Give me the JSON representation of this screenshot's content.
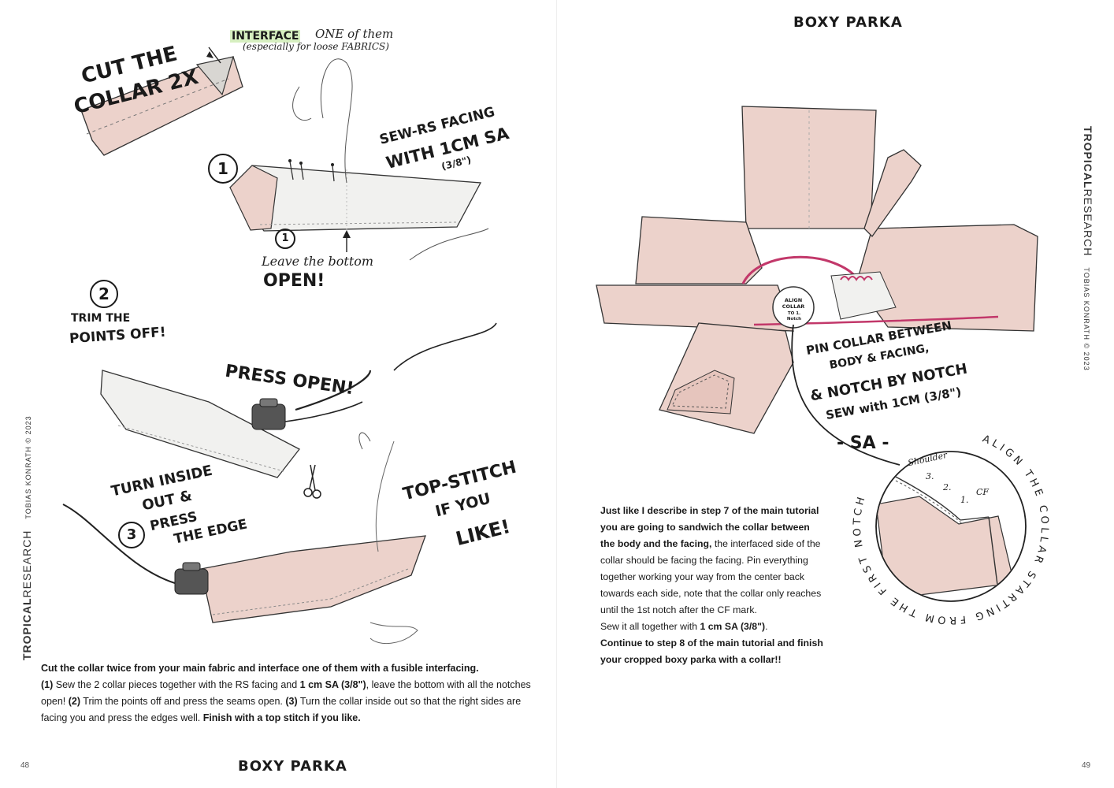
{
  "left_page": {
    "sidebar": {
      "brand_bold": "TROPICAL",
      "brand_light": "RESEARCH",
      "author": "TOBIAS KONRATH © 2023"
    },
    "annotations": {
      "cut_the": "CUT THE",
      "collar_2x": "COLLAR 2X",
      "interface": "INTERFACE",
      "one_of_them": "ONE of them",
      "especially": "(especially for loose FABRICS)",
      "step1_marker": "1",
      "sew_rs_facing": "SEW-RS FACING",
      "with_1cm_sa": "WITH 1CM SA",
      "imperial": "(3/8\")",
      "bottom_marker": "1",
      "leave_the_bottom": "Leave the bottom",
      "open": "OPEN!",
      "step2_marker": "2",
      "trim_the": "TRIM THE",
      "points_off": "POINTS OFF!",
      "press_open": "PRESS OPEN!",
      "turn_inside": "TURN INSIDE",
      "out_and": "OUT &",
      "step3_marker": "3",
      "press": "PRESS",
      "the_edge": "THE EDGE",
      "top_stitch": "TOP-STITCH",
      "if_you": "IF YOU",
      "like": "LIKE!"
    },
    "body": {
      "p1": "Cut the collar twice from your main fabric and interface one of them with a fusible interfacing.",
      "s1_label": "(1)",
      "s1_text_a": " Sew the 2 collar pieces together with the RS facing and ",
      "s1_bold": "1 cm SA (3/8\")",
      "s1_text_b": ", leave the bottom with all the notches open! ",
      "s2_label": "(2)",
      "s2_text": " Trim the points off and press the seams open. ",
      "s3_label": "(3)",
      "s3_text": " Turn the collar inside out so that the right sides are facing you and press the edges well. ",
      "finish": "Finish with a top stitch if you like."
    },
    "page_number": "48",
    "footer_title": "BOXY PARKA"
  },
  "right_page": {
    "header_title": "BOXY PARKA",
    "sidebar": {
      "brand_bold": "TROPICAL",
      "brand_light": "RESEARCH",
      "author": "TOBIAS KONRATH © 2023"
    },
    "annotations": {
      "align_collar": "ALIGN COLLAR",
      "to_1_notch": "TO 1. Notch",
      "pin_collar": "PIN COLLAR BETWEEN",
      "body_facing": "BODY & FACING,",
      "notch_by_notch": "& NOTCH BY NOTCH",
      "sew_with": "SEW with 1CM (3/8\")",
      "sa": "- SA -",
      "shoulder": "Shoulder",
      "n3": "3.",
      "n2": "2.",
      "n1": "1.",
      "cf": "CF",
      "circle_text": "ALIGN THE COLLAR STARTING FROM THE FIRST NOTCH"
    },
    "body": {
      "b1": "Just like I describe in step 7 of the main tutorial you are going to sandwich the collar between the body and the facing,",
      "t1": " the interfaced side of the collar should be facing the facing. Pin everything together working your way from the center back towards each side, note that the collar only reaches until the 1st notch after the CF mark.",
      "t2": "Sew it all together with ",
      "b2": "1 cm SA (3/8\")",
      "t3": ".",
      "b3": "Continue to step 8 of the main tutorial and finish your cropped boxy parka with a collar!!"
    },
    "page_number": "49"
  },
  "colors": {
    "fabric_pink": "#ecd2cb",
    "fabric_shadow": "#d9b7ae",
    "interface_white": "#f1f1ef",
    "stitch_magenta": "#c2386a",
    "highlight_green": "#d6efc0"
  }
}
